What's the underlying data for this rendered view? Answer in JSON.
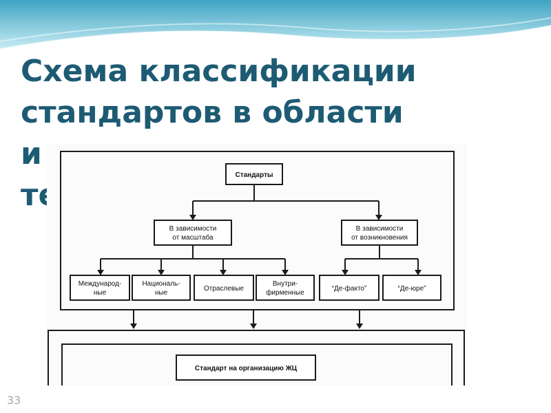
{
  "slide": {
    "title_lines": [
      "Схема классификации",
      "стандартов в области",
      "и",
      "те"
    ],
    "slide_number": "33",
    "accent_color": "#1d5b73",
    "background_wave_color": "#7fc6d8"
  },
  "diagram": {
    "root": "Стандарты",
    "groups": [
      {
        "label": [
          "В зависимости",
          "от масштаба"
        ],
        "children": [
          [
            "Международ-",
            "ные"
          ],
          [
            "Националь-",
            "ные"
          ],
          [
            "Отраслевые"
          ],
          [
            "Внутри-",
            "фирменные"
          ]
        ]
      },
      {
        "label": [
          "В зависимости",
          "от возникновения"
        ],
        "children": [
          [
            "“Де-факто”"
          ],
          [
            "“Де-юре”"
          ]
        ]
      }
    ],
    "bottom_box": "Стандарт на организацию ЖЦ"
  }
}
